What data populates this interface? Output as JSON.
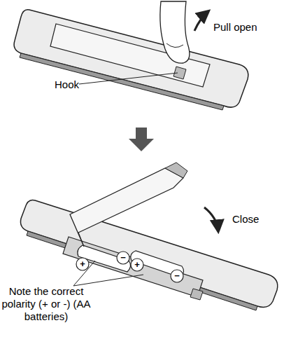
{
  "diagram": {
    "labels": [
      "Pull open",
      "Hook",
      "Close",
      "Note the correct polarity (+ or -) (AA batteries)",
      "+",
      "−",
      "+",
      "−"
    ]
  }
}
